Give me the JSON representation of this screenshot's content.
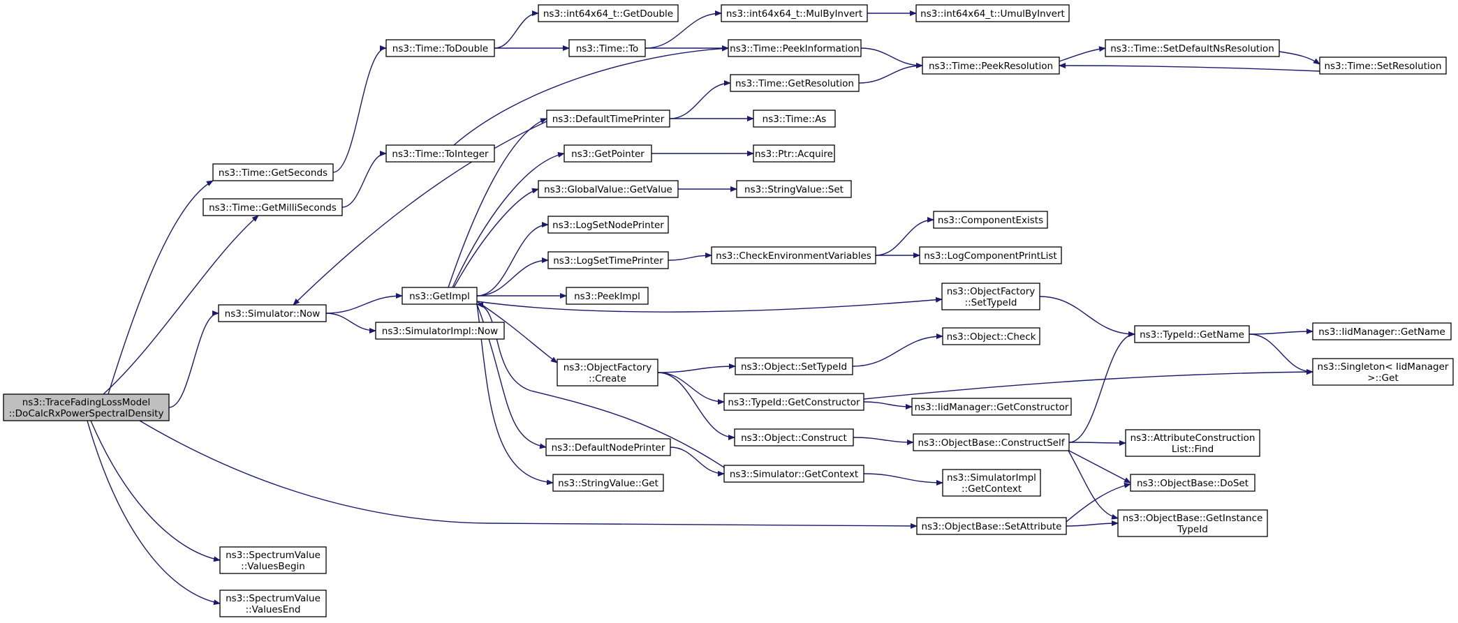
{
  "colors": {
    "edge": "#191970",
    "node_fill": "#ffffff",
    "root_fill": "#bfbfbf",
    "border_default": "#000000",
    "border_truncated": "#ff0000"
  },
  "nodes": [
    {
      "id": "root",
      "lines": [
        "ns3::TraceFadingLossModel",
        "::DoCalcRxPowerSpectralDensity"
      ],
      "style": "root"
    },
    {
      "id": "getseconds",
      "lines": [
        "ns3::Time::GetSeconds"
      ]
    },
    {
      "id": "getmilli",
      "lines": [
        "ns3::Time::GetMilliSeconds"
      ]
    },
    {
      "id": "now",
      "lines": [
        "ns3::Simulator::Now"
      ]
    },
    {
      "id": "valbegin",
      "lines": [
        "ns3::SpectrumValue",
        "::ValuesBegin"
      ]
    },
    {
      "id": "valend",
      "lines": [
        "ns3::SpectrumValue",
        "::ValuesEnd"
      ]
    },
    {
      "id": "todouble",
      "lines": [
        "ns3::Time::ToDouble"
      ]
    },
    {
      "id": "tointeger",
      "lines": [
        "ns3::Time::ToInteger"
      ]
    },
    {
      "id": "getimpl",
      "lines": [
        "ns3::GetImpl"
      ]
    },
    {
      "id": "simimplnow",
      "lines": [
        "ns3::SimulatorImpl::Now"
      ]
    },
    {
      "id": "getdouble",
      "lines": [
        "ns3::int64x64_t::GetDouble"
      ]
    },
    {
      "id": "timeto",
      "lines": [
        "ns3::Time::To"
      ]
    },
    {
      "id": "defaulttimeprinter",
      "lines": [
        "ns3::DefaultTimePrinter"
      ]
    },
    {
      "id": "getpointer",
      "lines": [
        "ns3::GetPointer"
      ]
    },
    {
      "id": "gvgetvalue",
      "lines": [
        "ns3::GlobalValue::GetValue"
      ]
    },
    {
      "id": "logsetnode",
      "lines": [
        "ns3::LogSetNodePrinter"
      ]
    },
    {
      "id": "logsettime",
      "lines": [
        "ns3::LogSetTimePrinter"
      ]
    },
    {
      "id": "peekimpl",
      "lines": [
        "ns3::PeekImpl"
      ]
    },
    {
      "id": "ofcreate",
      "lines": [
        "ns3::ObjectFactory",
        "::Create"
      ]
    },
    {
      "id": "defaultnodeprinter",
      "lines": [
        "ns3::DefaultNodePrinter"
      ]
    },
    {
      "id": "stringget",
      "lines": [
        "ns3::StringValue::Get"
      ]
    },
    {
      "id": "mulbyinvert",
      "lines": [
        "ns3::int64x64_t::MulByInvert"
      ]
    },
    {
      "id": "peekinfo",
      "lines": [
        "ns3::Time::PeekInformation"
      ]
    },
    {
      "id": "getresolution",
      "lines": [
        "ns3::Time::GetResolution"
      ]
    },
    {
      "id": "timeas",
      "lines": [
        "ns3::Time::As"
      ]
    },
    {
      "id": "ptracquire",
      "lines": [
        "ns3::Ptr::Acquire"
      ]
    },
    {
      "id": "stringset",
      "lines": [
        "ns3::StringValue::Set"
      ]
    },
    {
      "id": "checkenv",
      "lines": [
        "ns3::CheckEnvironmentVariables"
      ]
    },
    {
      "id": "objsettypeid",
      "lines": [
        "ns3::Object::SetTypeId"
      ]
    },
    {
      "id": "typeidgetctor",
      "lines": [
        "ns3::TypeId::GetConstructor"
      ]
    },
    {
      "id": "objconstruct",
      "lines": [
        "ns3::Object::Construct"
      ]
    },
    {
      "id": "simgetcontext",
      "lines": [
        "ns3::Simulator::GetContext"
      ]
    },
    {
      "id": "umulbyinvert",
      "lines": [
        "ns3::int64x64_t::UmulByInvert"
      ]
    },
    {
      "id": "peekres",
      "lines": [
        "ns3::Time::PeekResolution"
      ]
    },
    {
      "id": "componentexists",
      "lines": [
        "ns3::ComponentExists"
      ],
      "style": "truncated"
    },
    {
      "id": "logcomplist",
      "lines": [
        "ns3::LogComponentPrintList"
      ],
      "style": "truncated"
    },
    {
      "id": "ofsettypeid",
      "lines": [
        "ns3::ObjectFactory",
        "::SetTypeId"
      ]
    },
    {
      "id": "objcheck",
      "lines": [
        "ns3::Object::Check"
      ],
      "style": "truncated"
    },
    {
      "id": "iidgetctor",
      "lines": [
        "ns3::IidManager::GetConstructor"
      ],
      "style": "truncated"
    },
    {
      "id": "obconstructself",
      "lines": [
        "ns3::ObjectBase::ConstructSelf"
      ],
      "style": "truncated"
    },
    {
      "id": "simimplgetcontext",
      "lines": [
        "ns3::SimulatorImpl",
        "::GetContext"
      ]
    },
    {
      "id": "obsetattr",
      "lines": [
        "ns3::ObjectBase::SetAttribute"
      ]
    },
    {
      "id": "setdefaultns",
      "lines": [
        "ns3::Time::SetDefaultNsResolution"
      ]
    },
    {
      "id": "typeidgetname",
      "lines": [
        "ns3::TypeId::GetName"
      ]
    },
    {
      "id": "attrconstfind",
      "lines": [
        "ns3::AttributeConstruction",
        "List::Find"
      ]
    },
    {
      "id": "obdoset",
      "lines": [
        "ns3::ObjectBase::DoSet"
      ]
    },
    {
      "id": "obgetinstance",
      "lines": [
        "ns3::ObjectBase::GetInstance",
        "TypeId"
      ]
    },
    {
      "id": "setresolution",
      "lines": [
        "ns3::Time::SetResolution"
      ]
    },
    {
      "id": "iidgetname",
      "lines": [
        "ns3::IidManager::GetName"
      ],
      "style": "truncated"
    },
    {
      "id": "singletonget",
      "lines": [
        "ns3::Singleton< IidManager",
        ">::Get"
      ]
    }
  ],
  "edges": [
    [
      "root",
      "getseconds"
    ],
    [
      "root",
      "getmilli"
    ],
    [
      "root",
      "now"
    ],
    [
      "root",
      "valbegin"
    ],
    [
      "root",
      "valend"
    ],
    [
      "root",
      "obsetattr"
    ],
    [
      "getseconds",
      "todouble"
    ],
    [
      "getmilli",
      "tointeger"
    ],
    [
      "now",
      "getimpl"
    ],
    [
      "now",
      "simimplnow"
    ],
    [
      "todouble",
      "getdouble"
    ],
    [
      "todouble",
      "timeto"
    ],
    [
      "tointeger",
      "peekinfo"
    ],
    [
      "timeto",
      "mulbyinvert"
    ],
    [
      "timeto",
      "peekinfo"
    ],
    [
      "mulbyinvert",
      "umulbyinvert"
    ],
    [
      "peekinfo",
      "peekres"
    ],
    [
      "getresolution",
      "peekres"
    ],
    [
      "peekres",
      "setdefaultns"
    ],
    [
      "setdefaultns",
      "setresolution"
    ],
    [
      "setresolution",
      "peekres"
    ],
    [
      "getimpl",
      "defaulttimeprinter"
    ],
    [
      "getimpl",
      "getpointer"
    ],
    [
      "getimpl",
      "gvgetvalue"
    ],
    [
      "getimpl",
      "logsetnode"
    ],
    [
      "getimpl",
      "logsettime"
    ],
    [
      "getimpl",
      "peekimpl"
    ],
    [
      "getimpl",
      "ofsettypeid"
    ],
    [
      "getimpl",
      "ofcreate"
    ],
    [
      "getimpl",
      "defaultnodeprinter"
    ],
    [
      "getimpl",
      "stringget"
    ],
    [
      "defaulttimeprinter",
      "now"
    ],
    [
      "defaulttimeprinter",
      "getresolution"
    ],
    [
      "defaulttimeprinter",
      "timeas"
    ],
    [
      "getpointer",
      "ptracquire"
    ],
    [
      "gvgetvalue",
      "stringset"
    ],
    [
      "logsettime",
      "checkenv"
    ],
    [
      "checkenv",
      "componentexists"
    ],
    [
      "checkenv",
      "logcomplist"
    ],
    [
      "ofsettypeid",
      "typeidgetname"
    ],
    [
      "ofcreate",
      "objsettypeid"
    ],
    [
      "ofcreate",
      "typeidgetctor"
    ],
    [
      "ofcreate",
      "objconstruct"
    ],
    [
      "objsettypeid",
      "objcheck"
    ],
    [
      "typeidgetctor",
      "iidgetctor"
    ],
    [
      "typeidgetctor",
      "singletonget"
    ],
    [
      "objconstruct",
      "obconstructself"
    ],
    [
      "defaultnodeprinter",
      "simgetcontext"
    ],
    [
      "simgetcontext",
      "getimpl"
    ],
    [
      "simgetcontext",
      "simimplgetcontext"
    ],
    [
      "obconstructself",
      "typeidgetname"
    ],
    [
      "obconstructself",
      "attrconstfind"
    ],
    [
      "obconstructself",
      "obdoset"
    ],
    [
      "obconstructself",
      "obgetinstance"
    ],
    [
      "obsetattr",
      "obdoset"
    ],
    [
      "obsetattr",
      "obgetinstance"
    ],
    [
      "typeidgetname",
      "iidgetname"
    ],
    [
      "typeidgetname",
      "singletonget"
    ]
  ]
}
